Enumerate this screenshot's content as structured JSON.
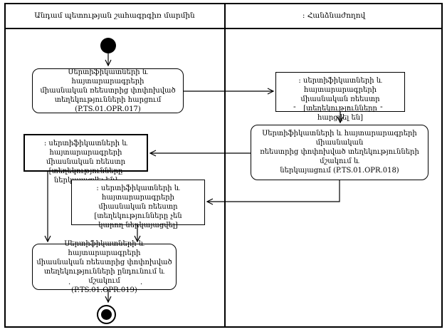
{
  "diagram": {
    "colors": {
      "stroke": "#000000",
      "background": "#ffffff"
    },
    "lanes": [
      {
        "title": "Անդամ պետության շահագրգիռ մարմին"
      },
      {
        "title": ": Հանձնաժողով"
      }
    ],
    "nodes": {
      "action_017": {
        "lines": [
          "Սերտիֆիկատների և հայտարարագրերի",
          "միասնական ռեեստրից փոփոխված",
          "տեղեկությունների հարցում (P.TS.01.OPR.017)"
        ]
      },
      "object_queried": {
        "lines": [
          ": սերտիֆիկատների և հայտարարագրերի",
          "միասնական ռեեստր [տեղեկությունները",
          "հարցվել են]"
        ],
        "dash1": "-",
        "dash2": "-",
        "dash3": "-"
      },
      "action_018": {
        "lines": [
          "Սերտիֆիկատների և հայտարարագրերի միասնական",
          "ռեեստրից փոփոխված տեղեկությունների մշակում և",
          "ներկայացում (P.TS.01.OPR.018)"
        ]
      },
      "object_presented": {
        "lines": [
          ": սերտիֆիկատների և",
          "հայտարարագրերի միասնական ռեեստր",
          "[տեղեկությունները ներկայացվել են]"
        ]
      },
      "object_not_presented": {
        "lines": [
          ": սերտիֆիկատների և հայտարարագրերի",
          "միասնական ռեեստր [տեղեկությունները չեն",
          "կարող ներկայացվել]"
        ]
      },
      "action_019": {
        "lines": [
          "Սերտիֆիկատների և հայտարարագրերի",
          "միասնական ռեեստրից փոփոխված",
          "տեղեկությունների ընդունում և մշակում",
          "(P.TS.01.OPR.019)"
        ],
        "dot1": ".",
        "dot2": "."
      }
    }
  }
}
